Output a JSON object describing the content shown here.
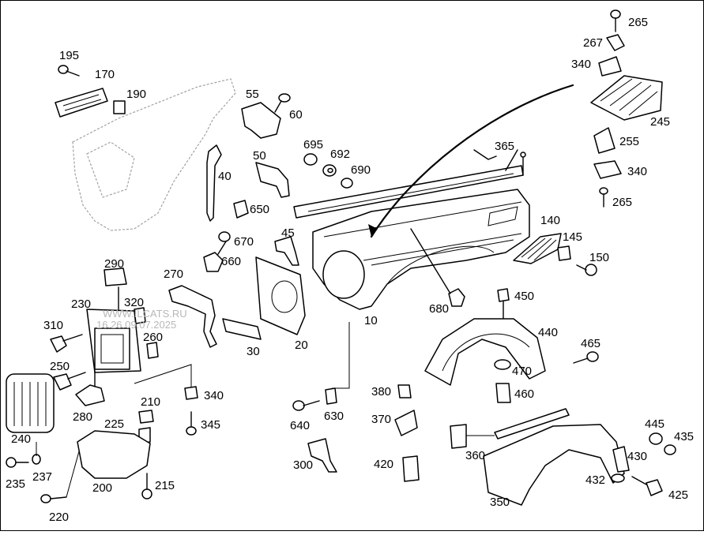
{
  "watermark": {
    "line1": "WWW.ILCATS.RU",
    "line2": "16.26.09.07.2025"
  },
  "callouts": [
    "195",
    "170",
    "190",
    "55",
    "60",
    "695",
    "692",
    "690",
    "365",
    "265",
    "267",
    "340",
    "245",
    "255",
    "340",
    "265",
    "50",
    "40",
    "650",
    "670",
    "660",
    "45",
    "140",
    "145",
    "150",
    "290",
    "270",
    "320",
    "230",
    "310",
    "260",
    "250",
    "30",
    "20",
    "10",
    "680",
    "450",
    "440",
    "465",
    "470",
    "460",
    "340",
    "345",
    "380",
    "630",
    "640",
    "370",
    "300",
    "420",
    "210",
    "225",
    "280",
    "240",
    "235",
    "237",
    "200",
    "215",
    "220",
    "360",
    "445",
    "435",
    "430",
    "432",
    "425",
    "350"
  ],
  "colors": {
    "ink": "#000000",
    "watermark": "#b8b8b8",
    "shade": "#d9d9d9"
  }
}
